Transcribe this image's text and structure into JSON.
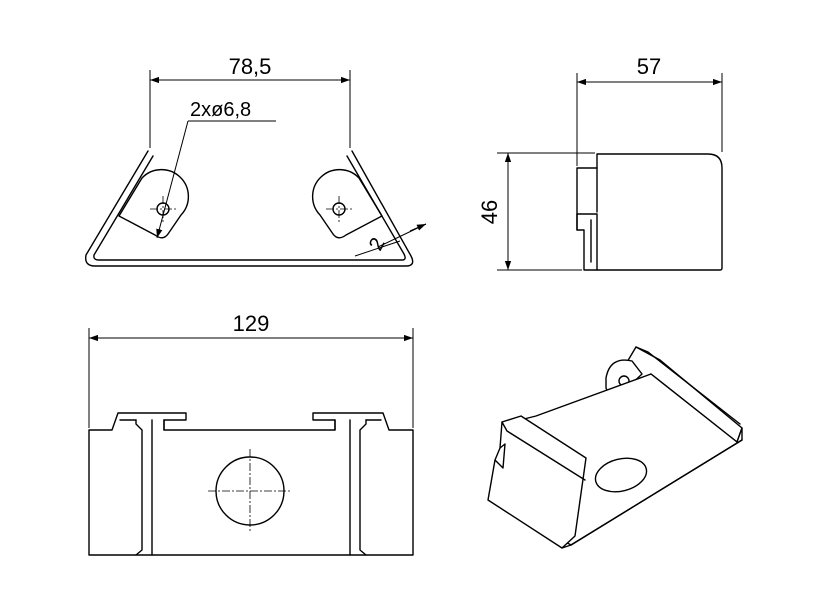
{
  "dimensions": {
    "front_width": "78,5",
    "hole_spec": "2xø6,8",
    "thickness": "2",
    "side_depth": "57",
    "side_height": "46",
    "bottom_length": "129"
  },
  "colors": {
    "line": "#000000",
    "background": "#ffffff"
  }
}
